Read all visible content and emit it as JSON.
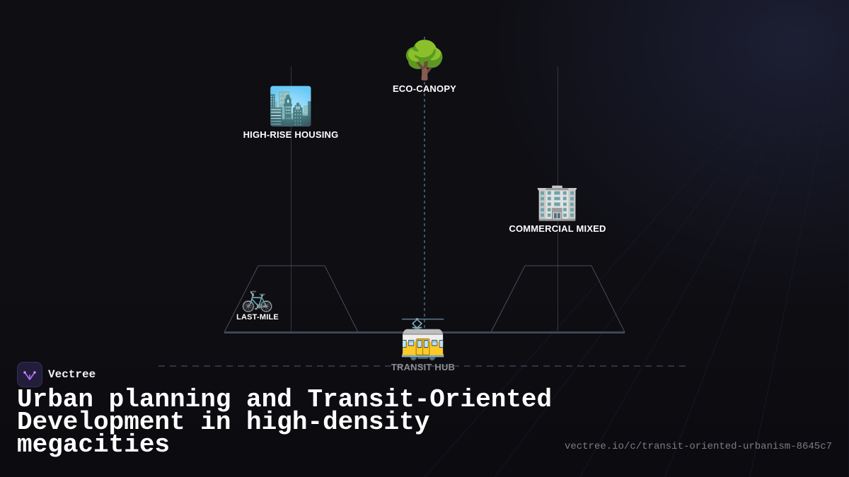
{
  "brand": {
    "name": "Vectree"
  },
  "title": "Urban planning and Transit-Oriented Development in high-density megacities",
  "url": "vectree.io/c/transit-oriented-urbanism-8645c7",
  "nodes": {
    "eco_canopy": {
      "icon": "deciduous-tree-icon",
      "emoji": "🌳",
      "label": "ECO-CANOPY"
    },
    "high_rise": {
      "icon": "cityscape-icon",
      "emoji": "🏙️",
      "label": "HIGH-RISE HOUSING"
    },
    "commercial": {
      "icon": "office-building-icon",
      "emoji": "🏢",
      "label": "COMMERCIAL MIXED"
    },
    "last_mile": {
      "icon": "bicycle-icon",
      "emoji": "🚲",
      "label": "LAST-MILE"
    },
    "transit_hub": {
      "icon": "tram-icon",
      "emoji": "🚋",
      "label": "TRANSIT HUB"
    }
  },
  "colors": {
    "background": "#0e0e13",
    "line": "#3a4252",
    "accent_dashed": "#4a6a8a",
    "logo_bg": "#221d3a",
    "logo_mark": "#b06cf0"
  }
}
